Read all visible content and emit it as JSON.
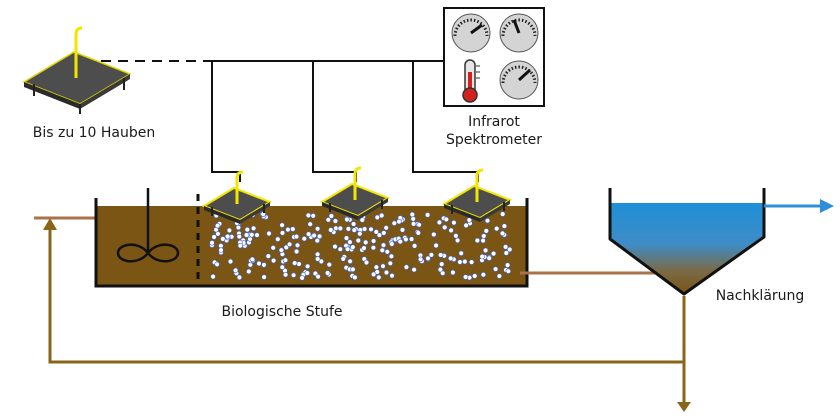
{
  "labels": {
    "hoods_note": "Bis zu 10 Hauben",
    "spectrometer_line1": "Infrarot",
    "spectrometer_line2": "Spektrometer",
    "bio_stage": "Biologische Stufe",
    "clarifier": "Nachklärung"
  },
  "colors": {
    "sludge": "#7a5514",
    "inflow_pipe": "#a8724a",
    "return_pipe": "#8a6418",
    "water": "#1e8fd8",
    "hood_outline": "#f2e600",
    "bubble": "#ffffff"
  },
  "icons": {
    "mixer": "mixer-icon",
    "hood": "hood-icon",
    "gauge": "gauge-icon",
    "thermometer": "thermometer-icon"
  }
}
